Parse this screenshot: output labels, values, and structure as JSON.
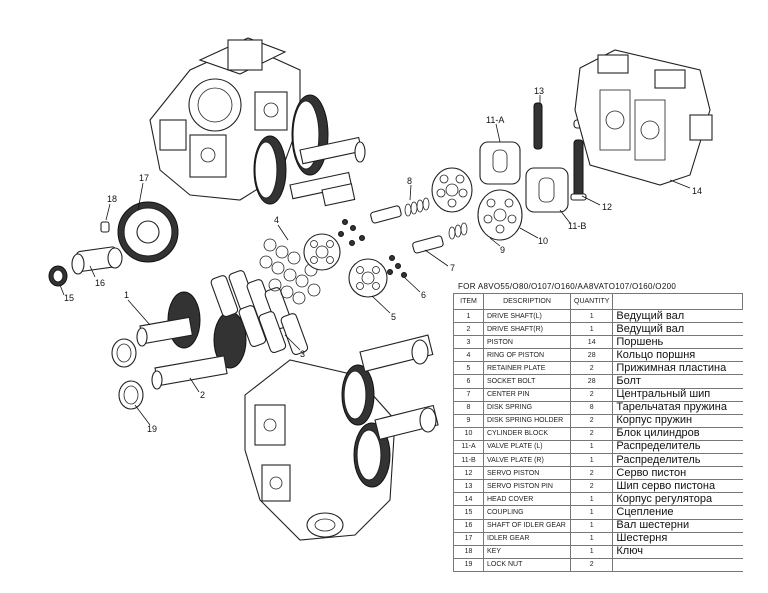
{
  "table": {
    "caption": "FOR A8VO55/O80/O107/O160/AA8VATO107/O160/O200",
    "headers": {
      "item": "ITEM",
      "description": "DESCRIPTION",
      "quantity": "QUANTITY"
    },
    "rows": [
      {
        "item": "1",
        "description": "DRIVE SHAFT(L)",
        "quantity": "1",
        "russian": "Ведущий вал"
      },
      {
        "item": "2",
        "description": "DRIVE SHAFT(R)",
        "quantity": "1",
        "russian": "Ведущий вал"
      },
      {
        "item": "3",
        "description": "PISTON",
        "quantity": "14",
        "russian": "Поршень"
      },
      {
        "item": "4",
        "description": "RING OF PISTON",
        "quantity": "28",
        "russian": "Кольцо поршня"
      },
      {
        "item": "5",
        "description": "RETAINER PLATE",
        "quantity": "2",
        "russian": "Прижимная пластина"
      },
      {
        "item": "6",
        "description": "SOCKET BOLT",
        "quantity": "28",
        "russian": "Болт"
      },
      {
        "item": "7",
        "description": "CENTER PIN",
        "quantity": "2",
        "russian": "Центральный шип"
      },
      {
        "item": "8",
        "description": "DISK SPRING",
        "quantity": "8",
        "russian": "Тарельчатая пружина"
      },
      {
        "item": "9",
        "description": "DISK SPRING HOLDER",
        "quantity": "2",
        "russian": "Корпус пружин"
      },
      {
        "item": "10",
        "description": "CYLINDER BLOCK",
        "quantity": "2",
        "russian": "Блок цилиндров"
      },
      {
        "item": "11-A",
        "description": "VALVE PLATE (L)",
        "quantity": "1",
        "russian": "Распределитель"
      },
      {
        "item": "11-B",
        "description": "VALVE PLATE (R)",
        "quantity": "1",
        "russian": "Распределитель"
      },
      {
        "item": "12",
        "description": "SERVO PISTON",
        "quantity": "2",
        "russian": "Серво пистон"
      },
      {
        "item": "13",
        "description": "SERVO PISTON PIN",
        "quantity": "2",
        "russian": "Шип серво пистона"
      },
      {
        "item": "14",
        "description": "HEAD COVER",
        "quantity": "1",
        "russian": "Корпус регулятора"
      },
      {
        "item": "15",
        "description": "COUPLING",
        "quantity": "1",
        "russian": "Сцепление"
      },
      {
        "item": "16",
        "description": "SHAFT OF IDLER GEAR",
        "quantity": "1",
        "russian": "Вал шестерни"
      },
      {
        "item": "17",
        "description": "IDLER GEAR",
        "quantity": "1",
        "russian": "Шестерня"
      },
      {
        "item": "18",
        "description": "KEY",
        "quantity": "1",
        "russian": "Ключ"
      },
      {
        "item": "19",
        "description": "LOCK NUT",
        "quantity": "2",
        "russian": ""
      }
    ]
  },
  "callouts": {
    "c1": "1",
    "c2": "2",
    "c3": "3",
    "c4": "4",
    "c5": "5",
    "c6": "6",
    "c7": "7",
    "c8": "8",
    "c9": "9",
    "c10": "10",
    "c11a": "11-A",
    "c11b": "11-B",
    "c12": "12",
    "c13": "13",
    "c14": "14",
    "c15": "15",
    "c16": "16",
    "c17": "17",
    "c18": "18",
    "c19": "19"
  }
}
